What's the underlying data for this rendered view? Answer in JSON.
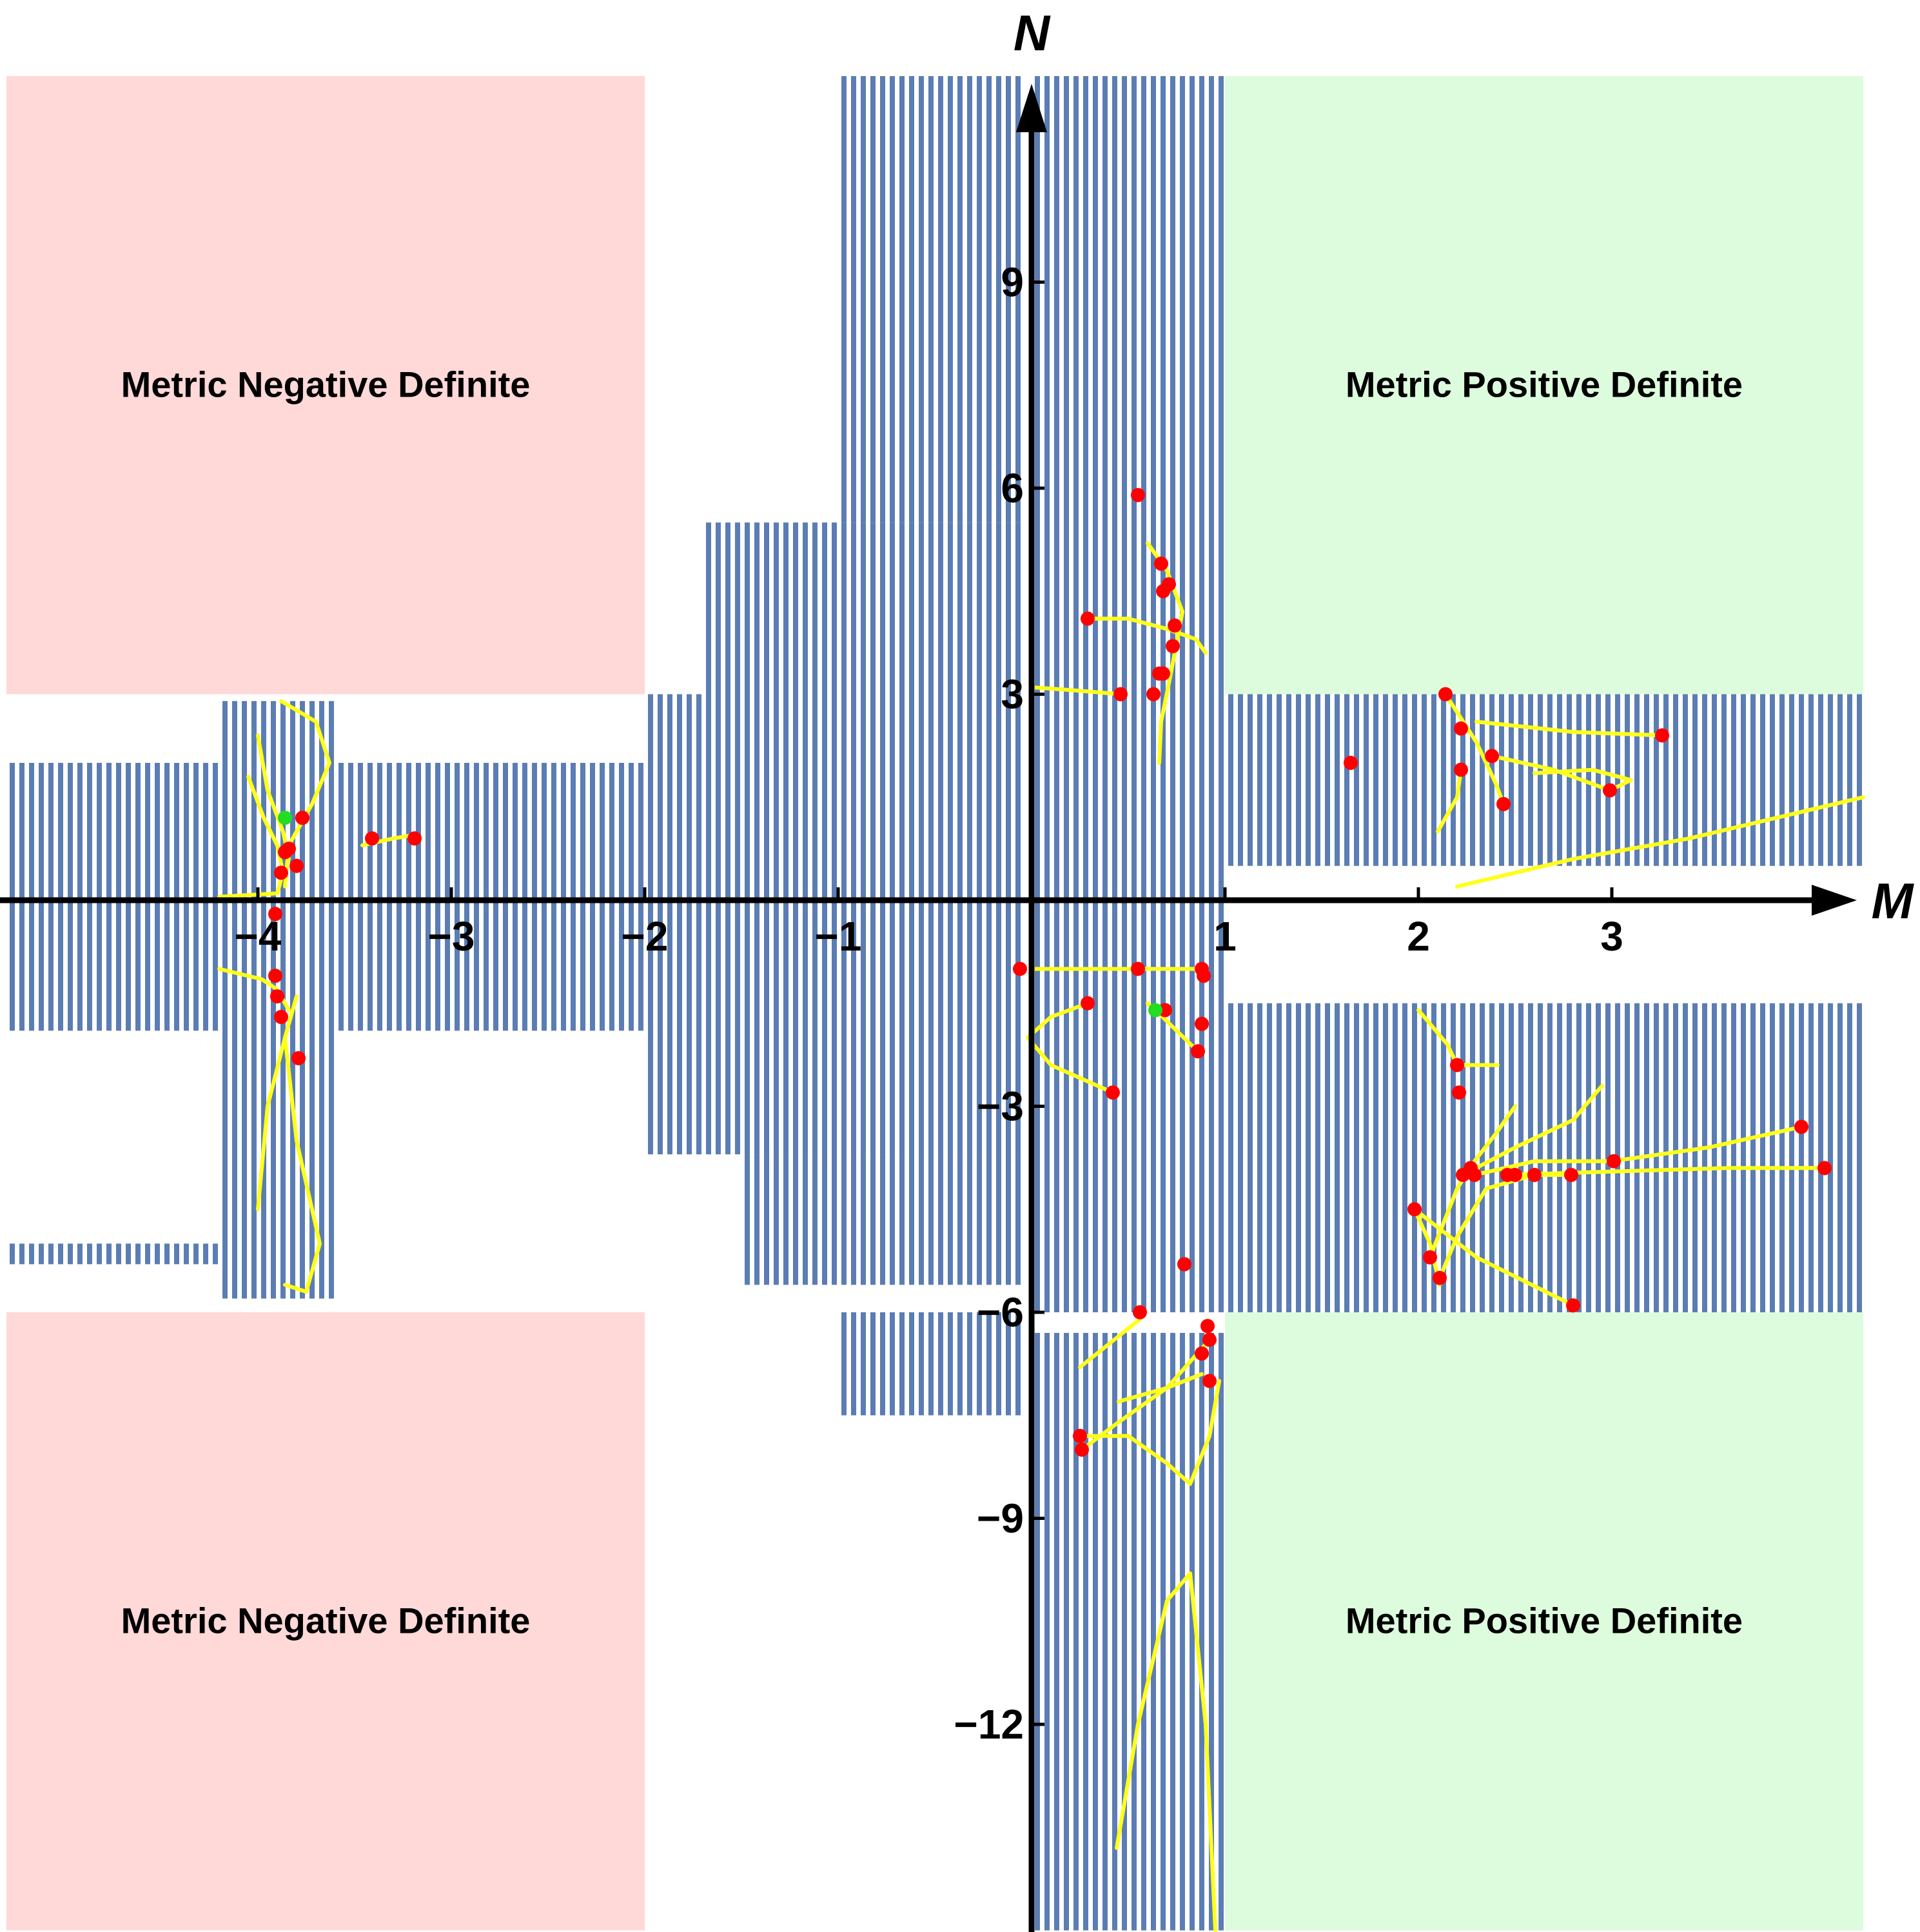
{
  "chart_data": {
    "type": "scatter",
    "title": "",
    "xlabel": "M",
    "ylabel": "N",
    "xlim": [
      -5.3,
      4.3
    ],
    "ylim": [
      -15,
      12
    ],
    "xticks": [
      -4,
      -3,
      -2,
      -1,
      1,
      2,
      3
    ],
    "yticks": [
      9,
      6,
      3,
      -3,
      -6,
      -9,
      -12
    ],
    "grid": false,
    "legend": "none",
    "colors": {
      "band_fill": "#5b7db3",
      "curve": "#ffff1a",
      "point": "#ff0000",
      "special_point": "#22dd22",
      "negative_region": "#ffd8d8",
      "positive_region": "#ddfcdd"
    },
    "regions": [
      {
        "label": "Metric Negative Definite",
        "x": [
          -5.3,
          -2.0
        ],
        "y": [
          3.0,
          12.0
        ],
        "color": "#ffd8d8"
      },
      {
        "label": "Metric Positive Definite",
        "x": [
          1.0,
          4.3
        ],
        "y": [
          3.0,
          12.0
        ],
        "color": "#ddfcdd"
      },
      {
        "label": "Metric Negative Definite",
        "x": [
          -5.3,
          -2.0
        ],
        "y": [
          -15.0,
          -6.0
        ],
        "color": "#ffd8d8"
      },
      {
        "label": "Metric Positive Definite",
        "x": [
          1.0,
          4.3
        ],
        "y": [
          -15.0,
          -6.0
        ],
        "color": "#ddfcdd"
      }
    ],
    "stability_bands": [
      {
        "x": [
          -5.3,
          -4.2
        ],
        "y": [
          -1.9,
          2.0
        ]
      },
      {
        "x": [
          -4.2,
          -3.6
        ],
        "y": [
          -5.8,
          2.9
        ]
      },
      {
        "x": [
          -3.6,
          -2.0
        ],
        "y": [
          -1.9,
          2.0
        ]
      },
      {
        "x": [
          -5.3,
          -4.2
        ],
        "y": [
          -5.3,
          -5.0
        ]
      },
      {
        "x": [
          -2.0,
          -0.05
        ],
        "y": [
          -3.7,
          3.0
        ]
      },
      {
        "x": [
          -1.7,
          -0.05
        ],
        "y": [
          2.8,
          5.5
        ]
      },
      {
        "x": [
          -1.0,
          -0.05
        ],
        "y": [
          5.5,
          12.0
        ]
      },
      {
        "x": [
          0.0,
          1.0
        ],
        "y": [
          -6.0,
          12.0
        ]
      },
      {
        "x": [
          0.0,
          1.0
        ],
        "y": [
          -15.0,
          -6.3
        ]
      },
      {
        "x": [
          -1.0,
          -0.05
        ],
        "y": [
          -7.5,
          -6.0
        ]
      },
      {
        "x": [
          1.0,
          4.3
        ],
        "y": [
          0.5,
          3.0
        ]
      },
      {
        "x": [
          1.0,
          4.3
        ],
        "y": [
          -6.0,
          -1.5
        ]
      },
      {
        "x": [
          -1.5,
          -0.05
        ],
        "y": [
          -5.6,
          -3.7
        ]
      }
    ],
    "red_points": [
      [
        -3.91,
        -0.2
      ],
      [
        -3.88,
        0.4
      ],
      [
        -3.86,
        0.7
      ],
      [
        -3.84,
        0.75
      ],
      [
        -3.77,
        1.2
      ],
      [
        -3.8,
        0.5
      ],
      [
        -3.91,
        -1.1
      ],
      [
        -3.9,
        -1.4
      ],
      [
        -3.88,
        -1.7
      ],
      [
        -3.79,
        -2.3
      ],
      [
        -3.41,
        0.9
      ],
      [
        -3.19,
        0.9
      ],
      [
        0.55,
        5.9
      ],
      [
        0.67,
        4.9
      ],
      [
        0.68,
        4.5
      ],
      [
        0.71,
        4.6
      ],
      [
        0.74,
        4.0
      ],
      [
        0.73,
        3.7
      ],
      [
        0.66,
        3.3
      ],
      [
        0.68,
        3.3
      ],
      [
        0.63,
        3.0
      ],
      [
        0.29,
        4.1
      ],
      [
        0.46,
        3.0
      ],
      [
        -0.06,
        -1.0
      ],
      [
        0.55,
        -1.0
      ],
      [
        0.88,
        -1.0
      ],
      [
        0.89,
        -1.1
      ],
      [
        0.29,
        -1.5
      ],
      [
        0.69,
        -1.6
      ],
      [
        0.88,
        -1.8
      ],
      [
        0.86,
        -2.2
      ],
      [
        0.42,
        -2.8
      ],
      [
        0.79,
        -5.3
      ],
      [
        0.56,
        -6.0
      ],
      [
        0.91,
        -6.2
      ],
      [
        0.92,
        -6.4
      ],
      [
        0.88,
        -6.6
      ],
      [
        0.92,
        -7.0
      ],
      [
        0.25,
        -7.8
      ],
      [
        0.26,
        -8.0
      ],
      [
        1.65,
        2.0
      ],
      [
        2.14,
        3.0
      ],
      [
        2.22,
        2.5
      ],
      [
        2.22,
        1.9
      ],
      [
        2.38,
        2.1
      ],
      [
        2.44,
        1.4
      ],
      [
        2.99,
        1.6
      ],
      [
        3.26,
        2.4
      ],
      [
        2.2,
        -2.4
      ],
      [
        2.21,
        -2.8
      ],
      [
        2.23,
        -4.0
      ],
      [
        2.27,
        -3.9
      ],
      [
        2.29,
        -4.0
      ],
      [
        2.46,
        -4.0
      ],
      [
        2.5,
        -4.0
      ],
      [
        2.6,
        -4.0
      ],
      [
        2.79,
        -4.0
      ],
      [
        3.01,
        -3.8
      ],
      [
        3.98,
        -3.3
      ],
      [
        4.1,
        -3.9
      ],
      [
        1.98,
        -4.5
      ],
      [
        2.06,
        -5.2
      ],
      [
        2.11,
        -5.5
      ],
      [
        2.8,
        -5.9
      ]
    ],
    "green_points": [
      [
        -3.86,
        1.2
      ],
      [
        0.64,
        -1.6
      ]
    ],
    "curves": [
      [
        [
          -4.05,
          1.8
        ],
        [
          -3.97,
          1.2
        ],
        [
          -3.9,
          0.8
        ],
        [
          -3.87,
          0.4
        ],
        [
          -3.9,
          0.1
        ],
        [
          -4.2,
          0.05
        ]
      ],
      [
        [
          -4.0,
          2.4
        ],
        [
          -3.95,
          1.6
        ],
        [
          -3.87,
          1.0
        ],
        [
          -3.84,
          0.6
        ]
      ],
      [
        [
          -3.88,
          2.9
        ],
        [
          -3.7,
          2.6
        ],
        [
          -3.63,
          2.0
        ],
        [
          -3.72,
          1.4
        ],
        [
          -3.84,
          0.8
        ],
        [
          -3.86,
          0.2
        ]
      ],
      [
        [
          -3.46,
          0.8
        ],
        [
          -3.3,
          0.9
        ],
        [
          -3.19,
          0.95
        ]
      ],
      [
        [
          -4.2,
          -1.0
        ],
        [
          -3.98,
          -1.15
        ],
        [
          -3.9,
          -1.3
        ],
        [
          -3.84,
          -1.6
        ]
      ],
      [
        [
          -4.0,
          -4.5
        ],
        [
          -3.95,
          -3.0
        ],
        [
          -3.86,
          -2.0
        ],
        [
          -3.8,
          -1.4
        ]
      ],
      [
        [
          -3.86,
          -2.0
        ],
        [
          -3.8,
          -3.5
        ],
        [
          -3.68,
          -5.0
        ],
        [
          -3.75,
          -5.7
        ],
        [
          -3.86,
          -5.6
        ]
      ],
      [
        [
          0.0,
          3.1
        ],
        [
          0.25,
          3.05
        ],
        [
          0.46,
          3.0
        ]
      ],
      [
        [
          0.29,
          4.1
        ],
        [
          0.5,
          4.1
        ],
        [
          0.7,
          3.95
        ],
        [
          0.85,
          3.8
        ],
        [
          0.9,
          3.6
        ]
      ],
      [
        [
          0.6,
          5.2
        ],
        [
          0.7,
          4.8
        ],
        [
          0.78,
          4.2
        ],
        [
          0.72,
          3.3
        ],
        [
          0.67,
          2.6
        ],
        [
          0.66,
          2.0
        ]
      ],
      [
        [
          0.0,
          -1.0
        ],
        [
          0.3,
          -1.0
        ],
        [
          0.6,
          -1.0
        ],
        [
          0.88,
          -1.0
        ]
      ],
      [
        [
          0.29,
          -1.5
        ],
        [
          0.1,
          -1.7
        ],
        [
          -0.02,
          -2.0
        ],
        [
          0.1,
          -2.4
        ],
        [
          0.42,
          -2.8
        ]
      ],
      [
        [
          0.6,
          -1.5
        ],
        [
          0.64,
          -1.6
        ],
        [
          0.86,
          -2.2
        ]
      ],
      [
        [
          0.25,
          -6.8
        ],
        [
          0.56,
          -6.1
        ]
      ],
      [
        [
          0.26,
          -8.0
        ],
        [
          0.45,
          -7.6
        ],
        [
          0.7,
          -7.1
        ],
        [
          0.92,
          -6.4
        ]
      ],
      [
        [
          0.25,
          -7.8
        ],
        [
          0.5,
          -7.8
        ],
        [
          0.7,
          -8.2
        ],
        [
          0.82,
          -8.5
        ],
        [
          0.92,
          -7.8
        ],
        [
          0.97,
          -7.0
        ]
      ],
      [
        [
          0.45,
          -7.3
        ],
        [
          0.7,
          -7.1
        ],
        [
          0.88,
          -6.9
        ]
      ],
      [
        [
          0.44,
          -13.8
        ],
        [
          0.55,
          -12.0
        ],
        [
          0.7,
          -10.2
        ],
        [
          0.82,
          -9.8
        ],
        [
          0.9,
          -12.0
        ],
        [
          0.95,
          -15.0
        ]
      ],
      [
        [
          2.14,
          3.0
        ],
        [
          2.3,
          2.3
        ],
        [
          2.4,
          1.7
        ],
        [
          2.44,
          1.4
        ]
      ],
      [
        [
          2.1,
          1.0
        ],
        [
          2.2,
          1.5
        ],
        [
          2.22,
          1.9
        ]
      ],
      [
        [
          2.3,
          2.6
        ],
        [
          2.8,
          2.45
        ],
        [
          3.26,
          2.4
        ]
      ],
      [
        [
          2.38,
          2.1
        ],
        [
          2.7,
          1.9
        ],
        [
          2.99,
          1.6
        ],
        [
          3.1,
          1.75
        ],
        [
          2.9,
          1.9
        ],
        [
          2.6,
          1.85
        ]
      ],
      [
        [
          2.2,
          0.2
        ],
        [
          2.8,
          0.6
        ],
        [
          3.4,
          0.9
        ],
        [
          4.3,
          1.5
        ]
      ],
      [
        [
          2.0,
          -1.6
        ],
        [
          2.15,
          -2.1
        ],
        [
          2.2,
          -2.4
        ],
        [
          2.41,
          -2.4
        ]
      ],
      [
        [
          2.23,
          -4.0
        ],
        [
          2.5,
          -3.6
        ],
        [
          2.8,
          -3.2
        ],
        [
          2.95,
          -2.7
        ]
      ],
      [
        [
          2.29,
          -4.0
        ],
        [
          2.6,
          -3.8
        ],
        [
          3.0,
          -3.8
        ],
        [
          3.5,
          -3.6
        ],
        [
          3.98,
          -3.3
        ]
      ],
      [
        [
          2.46,
          -4.0
        ],
        [
          3.0,
          -3.95
        ],
        [
          3.6,
          -3.9
        ],
        [
          4.1,
          -3.9
        ]
      ],
      [
        [
          2.06,
          -5.2
        ],
        [
          2.2,
          -4.2
        ],
        [
          2.29,
          -3.8
        ],
        [
          2.4,
          -3.4
        ],
        [
          2.5,
          -3.0
        ]
      ],
      [
        [
          1.98,
          -4.5
        ],
        [
          2.3,
          -5.2
        ],
        [
          2.8,
          -5.9
        ]
      ],
      [
        [
          1.98,
          -4.5
        ],
        [
          2.06,
          -5.0
        ],
        [
          2.11,
          -5.6
        ]
      ],
      [
        [
          2.11,
          -5.5
        ],
        [
          2.2,
          -4.9
        ],
        [
          2.35,
          -4.2
        ],
        [
          2.6,
          -4.0
        ],
        [
          2.79,
          -4.0
        ]
      ]
    ]
  }
}
